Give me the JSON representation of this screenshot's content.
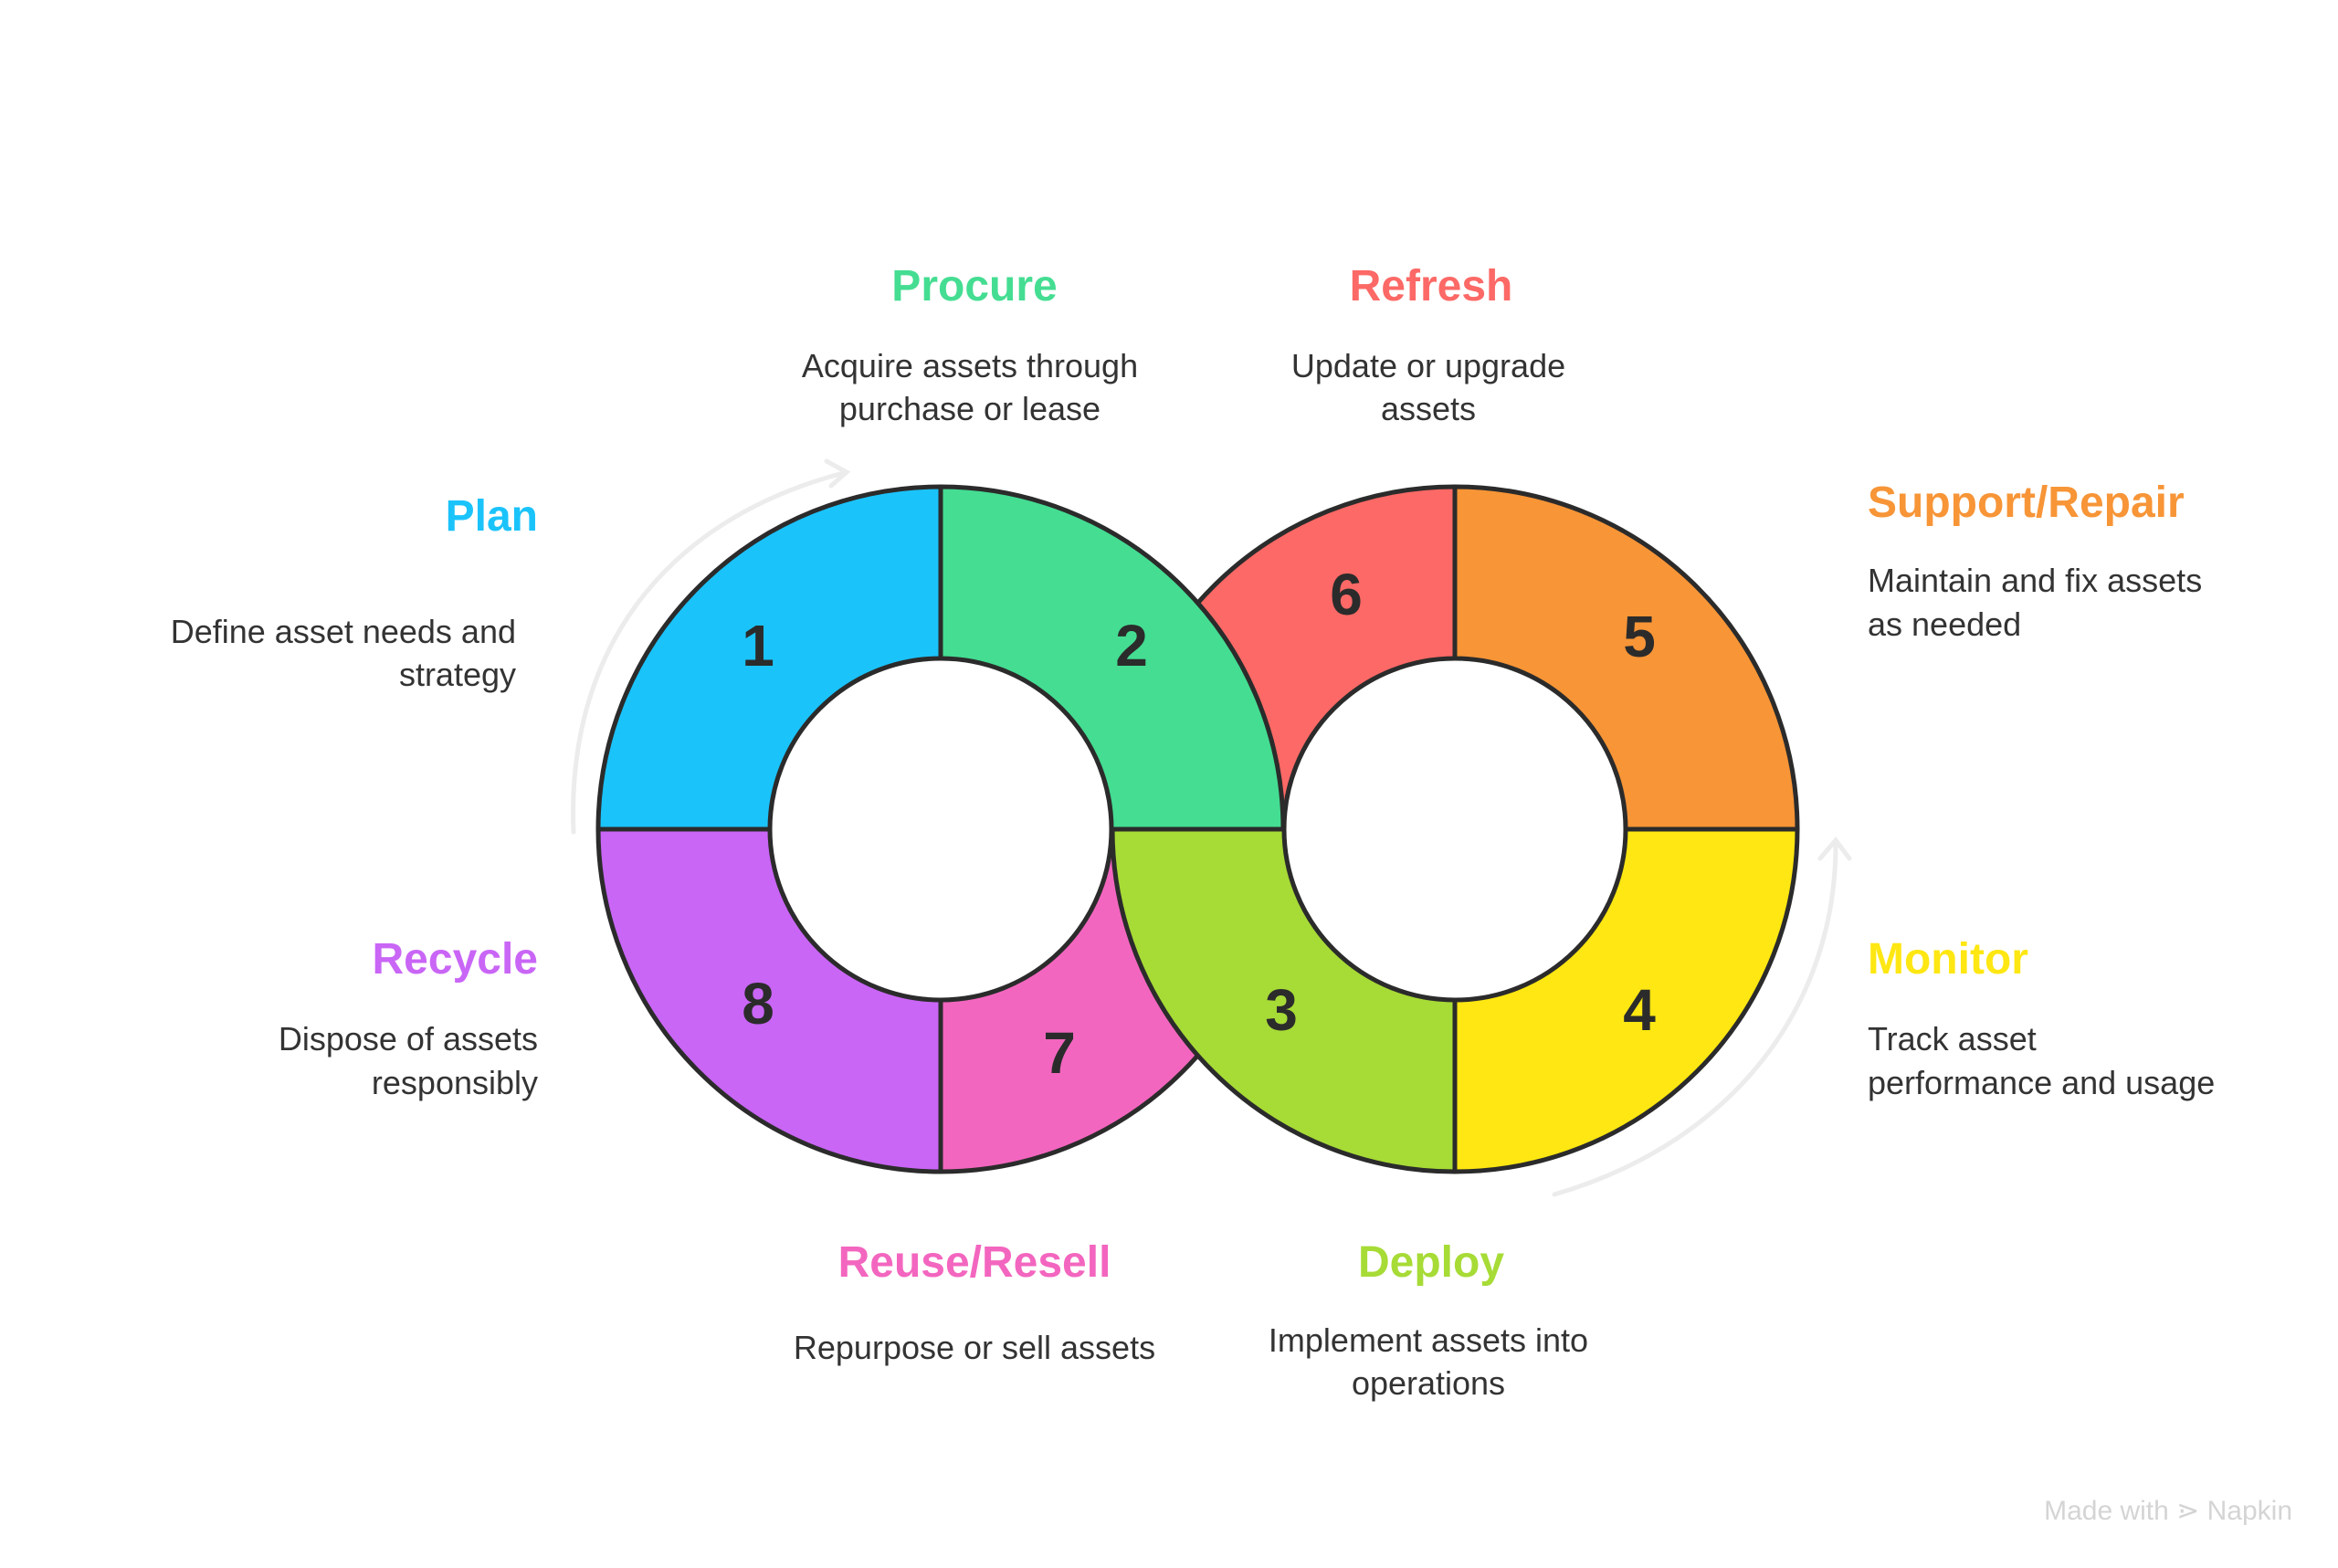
{
  "stages": [
    {
      "num": "1",
      "title": "Plan",
      "desc": [
        "Define asset needs and",
        "strategy"
      ],
      "color": "#1BC3FB"
    },
    {
      "num": "2",
      "title": "Procure",
      "desc": [
        "Acquire assets through",
        "purchase or lease"
      ],
      "color": "#44DD92"
    },
    {
      "num": "3",
      "title": "Deploy",
      "desc": [
        "Implement assets into",
        "operations"
      ],
      "color": "#A7DB36"
    },
    {
      "num": "4",
      "title": "Monitor",
      "desc": [
        "Track asset",
        "performance and usage"
      ],
      "color": "#FEE712"
    },
    {
      "num": "5",
      "title": "Support/Repair",
      "desc": [
        "Maintain and fix assets",
        "as needed"
      ],
      "color": "#F79537"
    },
    {
      "num": "6",
      "title": "Refresh",
      "desc": [
        "Update or upgrade",
        "assets"
      ],
      "color": "#FC6966"
    },
    {
      "num": "7",
      "title": "Reuse/Resell",
      "desc": [
        "Repurpose or sell assets"
      ],
      "color": "#F366BF"
    },
    {
      "num": "8",
      "title": "Recycle",
      "desc": [
        "Dispose of assets",
        "responsibly"
      ],
      "color": "#C966F6"
    }
  ],
  "watermark": "Made with ⋗ Napkin"
}
